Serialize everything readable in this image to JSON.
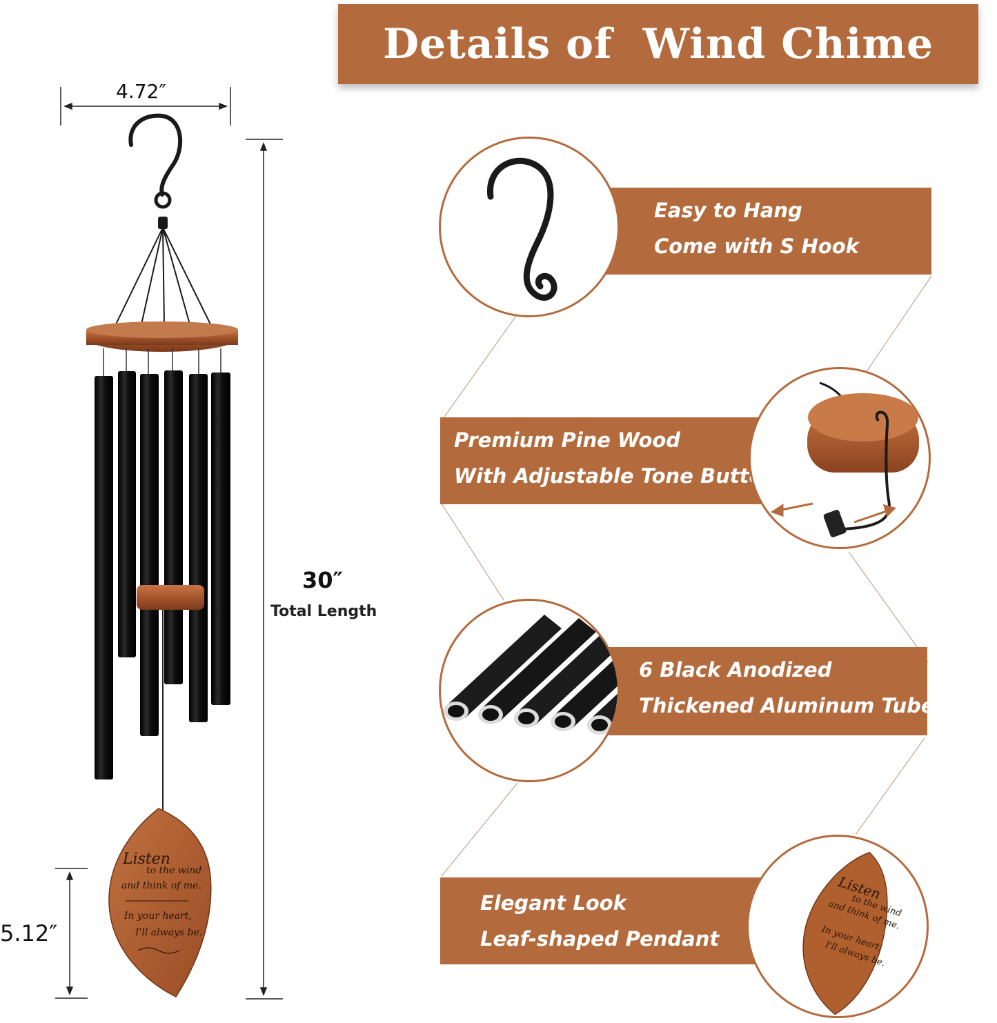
{
  "title": "Details of  Wind Chime",
  "dimensions": {
    "width": "4.72″",
    "total_length": "30″",
    "total_length_label": "Total Length",
    "pendant_length": "5.12″"
  },
  "features": [
    {
      "line1": "Easy to Hang",
      "line2": "Come with S Hook",
      "icon": "s-hook-icon"
    },
    {
      "line1": "Premium Pine Wood",
      "line2": "With Adjustable Tone Button",
      "icon": "wood-button-icon"
    },
    {
      "line1": "6 Black Anodized",
      "line2": "Thickened Aluminum Tubes",
      "icon": "tubes-icon"
    },
    {
      "line1": "Elegant  Look",
      "line2": "Leaf-shaped Pendant",
      "icon": "leaf-pendant-icon"
    }
  ],
  "pendant_text": {
    "line1": "Listen",
    "line2": "to the wind",
    "line3": "and think of me.",
    "line4": "In your heart,",
    "line5": "I'll always be."
  },
  "colors": {
    "brand": "#b36a3c",
    "tube": "#111111",
    "wood": "#a5552c",
    "background": "#ffffff"
  }
}
